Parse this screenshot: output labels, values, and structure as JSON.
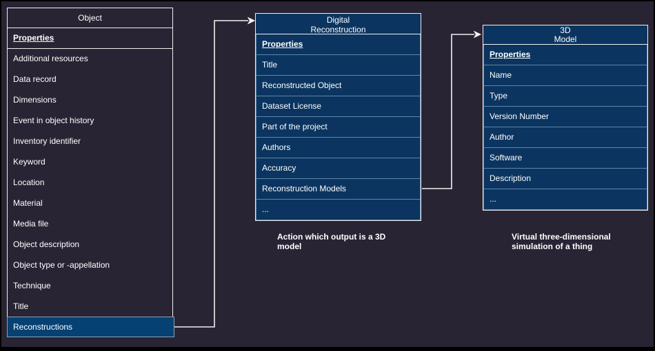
{
  "diagram": {
    "colors": {
      "page_background": "#282434",
      "frame": "#000000",
      "table_fill": "#0b3560",
      "table_outer_border": "#f2f1ee",
      "row_border": "#5d87a9",
      "highlight_fill": "#064173",
      "highlight_border": "#8ba3b8",
      "text": "#ffffff",
      "connector": "#f2f1ee"
    },
    "tables": {
      "0": {
        "id": "object",
        "title_lines": {
          "0": "Object"
        },
        "properties_label": "Properties",
        "rows": {
          "0": "Additional resources",
          "1": "Data record",
          "2": "Dimensions",
          "3": "Event in object history",
          "4": "Inventory identifier",
          "5": "Keyword",
          "6": "Location",
          "7": "Material",
          "8": "Media file",
          "9": "Object description",
          "10": "Object type or -appellation",
          "11": "Technique",
          "12": "Title"
        },
        "highlighted_row": "Reconstructions"
      },
      "1": {
        "id": "digital-reconstruction",
        "title_lines": {
          "0": "Digital",
          "1": "Reconstruction"
        },
        "properties_label": "Properties",
        "rows": {
          "0": "Title",
          "1": "Reconstructed Object",
          "2": "Dataset License",
          "3": "Part of the project",
          "4": "Authors",
          "5": "Accuracy",
          "6": "Reconstruction Models",
          "7": "..."
        },
        "caption": "Action which output is a 3D model"
      },
      "2": {
        "id": "3d-model",
        "title_lines": {
          "0": "3D",
          "1": "Model"
        },
        "properties_label": "Properties",
        "rows": {
          "0": "Name",
          "1": "Type",
          "2": "Version Number",
          "3": "Author",
          "4": "Software",
          "5": "Description",
          "6": "..."
        },
        "caption": "Virtual three-dimensional simulation of a thing"
      }
    },
    "connectors": {
      "0": {
        "from": "object / Reconstructions",
        "to": "digital-reconstruction"
      },
      "1": {
        "from": "digital-reconstruction / Reconstruction Models",
        "to": "3d-model"
      }
    }
  }
}
